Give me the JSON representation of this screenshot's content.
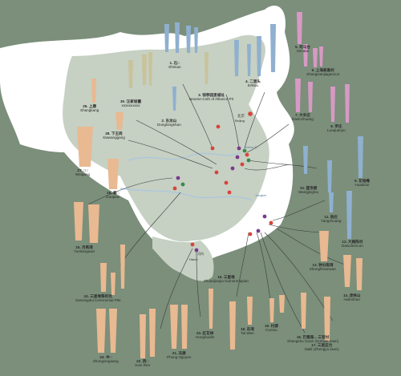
{
  "map": {
    "region": "China",
    "capital_label": "Beijing",
    "capital_label_cn": "北京",
    "hanoi_label": "Hanoi",
    "hanoi_label_cn": "河内",
    "river_label_1": "Yellow R.",
    "river_label_2": "Yangtze",
    "colors": {
      "background": "#7b8f7b",
      "land": "#ffffff",
      "china_interior": "#c6d0c3",
      "blue_group": "#8fb0cf",
      "olive_group": "#c9c39a",
      "pink_group": "#d79ac4",
      "tan_group": "#e9b991",
      "connector": "#3d3d3d",
      "site_marker_red": "#d8443a",
      "site_marker_purple": "#7a3a8f",
      "site_marker_green": "#3a8a4a"
    }
  },
  "sites": [
    {
      "id": "1",
      "name_cn": "1. 石□",
      "name_en": "Shimao"
    },
    {
      "id": "2",
      "name_cn": "2. 东龙山",
      "name_en": "Donglongshan"
    },
    {
      "id": "3",
      "name_cn": "3. 钱亭园里城址",
      "name_en": "Neume-Coth of Alliance Pit"
    },
    {
      "id": "4",
      "name_cn": "4. 二里头",
      "name_en": "Erlitou"
    },
    {
      "id": "5",
      "name_cn": "5. 司马台",
      "name_en": "Simatai"
    },
    {
      "id": "6",
      "name_cn": "6. 上海家高村",
      "name_en": "Shangwanjiagaocun"
    },
    {
      "id": "7",
      "name_cn": "7. 大辛庄",
      "name_en": "Daxinzhuang"
    },
    {
      "id": "8",
      "name_cn": "8. 罗庄",
      "name_en": "Luoquanyu"
    },
    {
      "id": "9",
      "name_cn": "9. 花地嘴",
      "name_en": "Huadizui"
    },
    {
      "id": "10",
      "name_cn": "10. 望京楼",
      "name_en": "Wangjinglou"
    },
    {
      "id": "11",
      "name_cn": "11. 杨庄",
      "name_en": "Yangzhuang"
    },
    {
      "id": "12",
      "name_cn": "12. 大路陈村",
      "name_en": "Daluchencun"
    },
    {
      "id": "13",
      "name_cn": "13. 钟分南湾",
      "name_en": "Zhongfenanwan"
    },
    {
      "id": "14",
      "name_cn": "14. 虎林山",
      "name_en": "Hulinshan"
    },
    {
      "id": "15",
      "name_cn": "15. 三星堆",
      "name_en": "Zhuanjiaojia Guinonmapian"
    },
    {
      "id": "16",
      "name_cn": "16. 巴蜀南... 三官村",
      "name_en": "Shangshu Guan (Sumple town)"
    },
    {
      "id": "17",
      "name_cn": "17. 三里店力",
      "name_en": "Maili (Zhengyu town)"
    },
    {
      "id": "18",
      "name_cn": "18. 东湾",
      "name_en": "Tai Wan"
    },
    {
      "id": "19",
      "name_cn": "19. 村源",
      "name_en": "Cuntou"
    },
    {
      "id": "20",
      "name_cn": "20. 红花林",
      "name_en": "Honghualin"
    },
    {
      "id": "21",
      "name_cn": "21. 冯源",
      "name_en": "Phung Nguyen"
    },
    {
      "id": "22",
      "name_cn": "22. 西□",
      "name_en": "Xom Ren"
    },
    {
      "id": "23",
      "name_cn": "23. 中□",
      "name_en": "Zhongxingaang"
    },
    {
      "id": "24",
      "name_cn": "24. 三星堆祭祀坑",
      "name_en": "Sanxingdui Ceremonial Pits"
    },
    {
      "id": "25",
      "name_cn": "25. 月亮湾",
      "name_en": "Yueliangwan"
    },
    {
      "id": "26",
      "name_cn": "26. 高□",
      "name_en": "Gaopian"
    },
    {
      "id": "27",
      "name_cn": "27. □□",
      "name_en": "Weigang"
    },
    {
      "id": "28",
      "name_cn": "28. 下王岗",
      "name_en": "Xiawanggang"
    },
    {
      "id": "29",
      "name_cn": "29. 上康",
      "name_en": "Shangkang"
    },
    {
      "id": "30",
      "name_cn": "30. 汪家坡墓",
      "name_en": "xxxxxxxxxx"
    }
  ]
}
